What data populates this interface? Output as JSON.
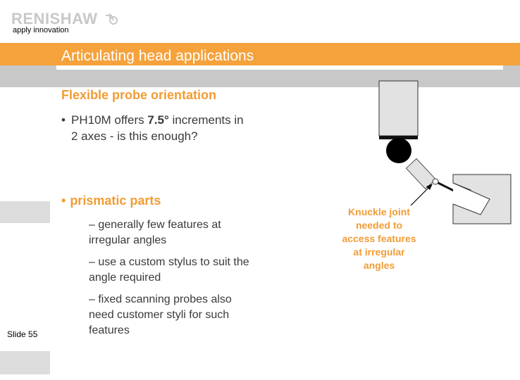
{
  "header": {
    "brand": "RENISHAW",
    "tagline": "apply innovation"
  },
  "title": "Articulating head applications",
  "subtitle": "Flexible probe orientation",
  "bullet1": {
    "before": "PH10M offers ",
    "highlight": "7.5°",
    "after": " increments in 2 axes - is this enough?"
  },
  "bullet2": "prismatic parts",
  "subpoints": [
    "– generally few features at irregular angles",
    "– use a custom stylus to suit the angle required",
    "– fixed scanning probes also need customer styli for such features"
  ],
  "slide_label": "Slide 55",
  "caption": "Knuckle joint needed to access features at irregular angles",
  "colors": {
    "orange": "#f5a23c",
    "accent_text": "#f29c34",
    "grey": "#c8c8c8",
    "stylus_tip": "#e01010"
  }
}
